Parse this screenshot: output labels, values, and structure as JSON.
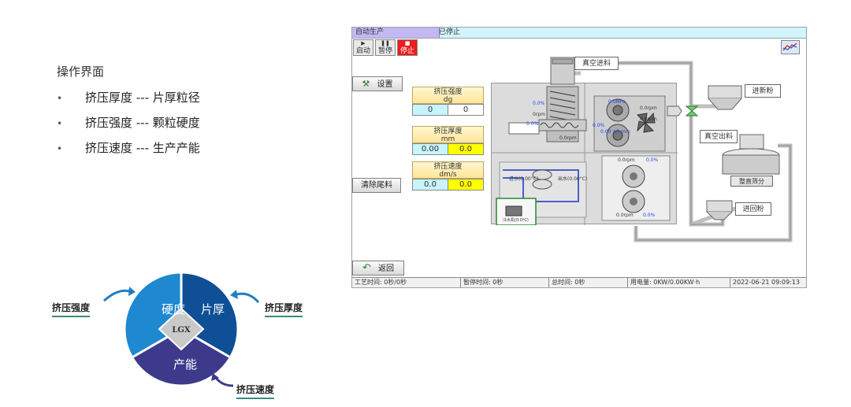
{
  "title": "操作界面",
  "bullets": [
    {
      "marker": "•",
      "text": "挤压厚度 --- 片厚粒径"
    },
    {
      "marker": "•",
      "text": "挤压强度 --- 颗粒硬度"
    },
    {
      "marker": "•",
      "text": "挤压速度 --- 生产产能"
    }
  ],
  "hmi": {
    "mode": "自动生产",
    "status": "已停止",
    "controls": {
      "start": "启动",
      "pause": "暂停",
      "stop": "停止"
    },
    "settings_button": "设置",
    "clear_button": "清除尾料",
    "return_button": "返回",
    "params": [
      {
        "name": "挤压强度",
        "unit": "dg",
        "value": "0",
        "set": "0"
      },
      {
        "name": "挤压厚度",
        "unit": "mm",
        "value": "0.00",
        "set": "0.0"
      },
      {
        "name": "挤压速度",
        "unit": "dm/s",
        "value": "0.0",
        "set": "0.0"
      }
    ],
    "labels": {
      "vacuum_in": "真空进料",
      "new_powder": "进新粉",
      "vacuum_out": "真空出料",
      "sieve": "整直筛分",
      "return_powder": "进回粉"
    },
    "readings": {
      "pct_1": "0.0%",
      "rpm_1": "0rpm",
      "pct_2": "0.0%",
      "pressure": "0.0MPa",
      "rpm_2": "0.0rpm",
      "rpm_3": "0.0rpm",
      "pct_3": "0.0%",
      "gap": "0.00 ±0 mm",
      "rpm_4": "0.0rpm",
      "rpm_5": "0.0rpm",
      "pct_4": "0.0%",
      "temp_in": "进水(0.00°C)",
      "temp_out": "出水(0.00°C)",
      "rpm_6": "0.0rpm",
      "pct_5": "0.0%",
      "chiller": "冷水机(0.0°C)"
    },
    "footer": {
      "process_time": "工艺时间: 0秒/0秒",
      "pause_time": "暂停时间: 0秒",
      "total_time": "总时间: 0秒",
      "power": "用电量: 0KW/0.00KW·h",
      "datetime": "2022-06-21 09:09:13"
    }
  },
  "diagram": {
    "segments": [
      "硬度",
      "片厚",
      "产能"
    ],
    "logo": "LGX",
    "labels": {
      "strength": "挤压强度",
      "thickness": "挤压厚度",
      "speed": "挤压速度"
    },
    "colors": {
      "hardness": "#1e88d0",
      "thickness": "#0f4f96",
      "capacity": "#3d3a8c",
      "arrow": "#1e7fc0"
    }
  }
}
